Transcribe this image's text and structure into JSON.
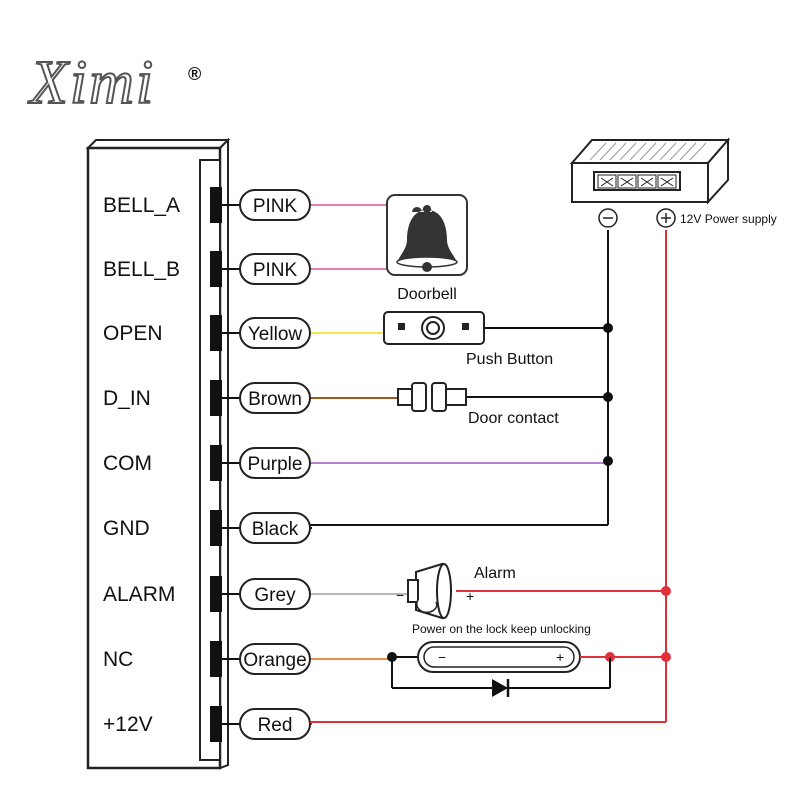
{
  "brand": {
    "logo_text": "Ximi",
    "registered_mark": "®"
  },
  "pins": [
    {
      "pin": "BELL_A",
      "wire": "PINK",
      "color": "#e87fb0"
    },
    {
      "pin": "BELL_B",
      "wire": "PINK",
      "color": "#e87fb0"
    },
    {
      "pin": "OPEN",
      "wire": "Yellow",
      "color": "#f4e64a"
    },
    {
      "pin": "D_IN",
      "wire": "Brown",
      "color": "#a0561c"
    },
    {
      "pin": "COM",
      "wire": "Purple",
      "color": "#b77ed1"
    },
    {
      "pin": "GND",
      "wire": "Black",
      "color": "#111111"
    },
    {
      "pin": "ALARM",
      "wire": "Grey",
      "color": "#b8b8b8"
    },
    {
      "pin": "NC",
      "wire": "Orange",
      "color": "#e8914a"
    },
    {
      "pin": "+12V",
      "wire": "Red",
      "color": "#e0313a"
    }
  ],
  "devices": {
    "doorbell": "Doorbell",
    "push_button": "Push Button",
    "door_contact": "Door contact",
    "alarm": "Alarm",
    "lock_note": "Power on the lock keep unlocking",
    "power_supply": "Power supply",
    "power_voltage": "12V"
  },
  "symbols": {
    "minus": "−",
    "plus": "+",
    "circled_minus": "⊖",
    "circled_plus": "⊕"
  },
  "colors": {
    "ground_line": "#111111",
    "power_line": "#e0313a"
  }
}
